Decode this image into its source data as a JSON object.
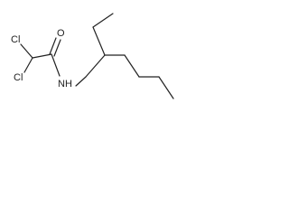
{
  "molecule": {
    "atoms": {
      "cl_upper": "Cl",
      "cl_lower": "Cl",
      "oxygen": "O",
      "nitrogen": "NH"
    }
  },
  "colors": {
    "ink": "#222222",
    "background": "#ffffff"
  }
}
